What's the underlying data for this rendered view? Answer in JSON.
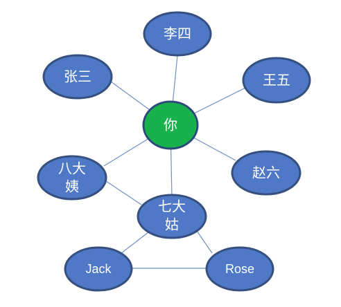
{
  "diagram": {
    "nodes": {
      "center": {
        "label": "你"
      },
      "li_si": {
        "label": "李四"
      },
      "zhang_san": {
        "label": "张三"
      },
      "wang_wu": {
        "label": "王五"
      },
      "zhao_liu": {
        "label": "赵六"
      },
      "ba_da_yi": {
        "label_line1": "八大",
        "label_line2": "姨"
      },
      "qi_da_gu": {
        "label_line1": "七大",
        "label_line2": "姑"
      },
      "jack": {
        "label": "Jack"
      },
      "rose": {
        "label": "Rose"
      }
    },
    "colors": {
      "center_fill": "#17b24c",
      "node_fill": "#4f79c6",
      "node_stroke": "#35507f",
      "edge": "#6f8fc4"
    }
  }
}
